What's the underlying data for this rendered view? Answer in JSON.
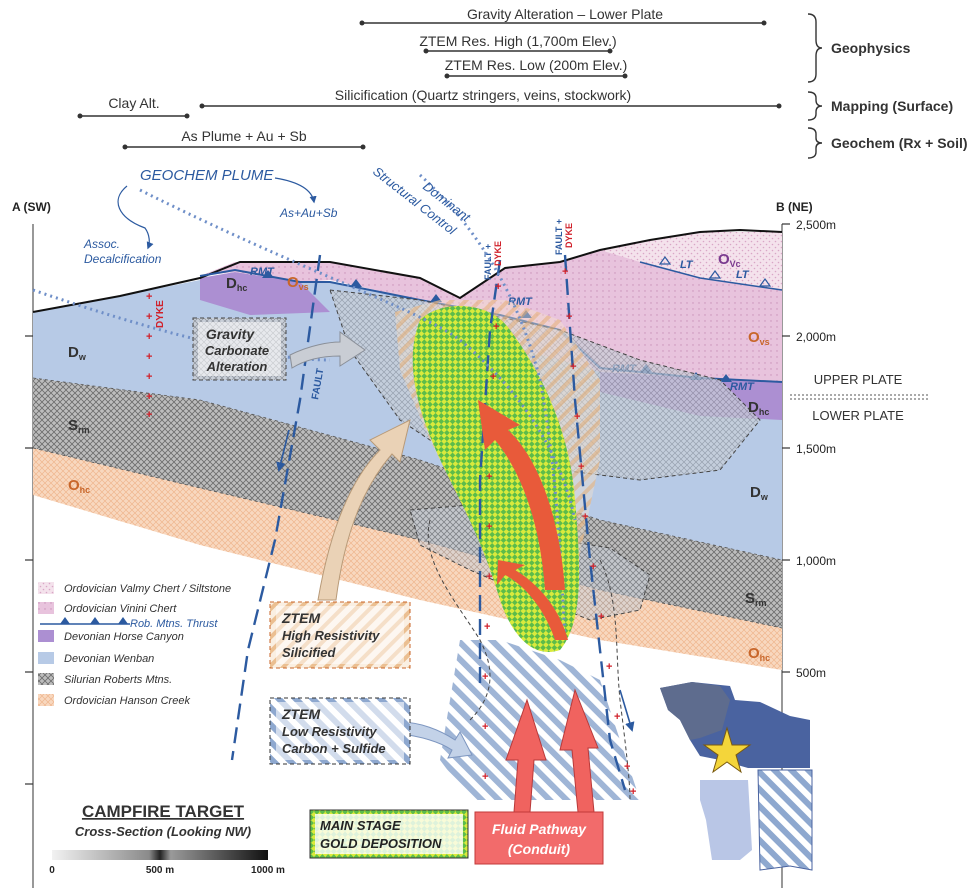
{
  "colors": {
    "valmy": "#f1d6e6",
    "vinini": "#e9bfdc",
    "horse_canyon": "#a98ad0",
    "wenban": "#b5c9e6",
    "roberts": "#9c9c9c",
    "hanson": "#f6cfb1",
    "thrust_line": "#2c5aa0",
    "dyke_cross": "#d0202a",
    "gold_yellow": "#d6e83a",
    "gold_green": "#54b84a",
    "fluid_red": "#f06a6a",
    "text_blue": "#2c5aa0",
    "text_dark": "#333333"
  },
  "header_bars": {
    "gravity_alteration": "Gravity Alteration – Lower Plate",
    "ztem_high": "ZTEM Res. High (1,700m Elev.)",
    "ztem_low": "ZTEM Res. Low (200m Elev.)",
    "clay_alt": "Clay Alt.",
    "silicification": "Silicification (Quartz stringers, veins, stockwork)",
    "as_plume": "As Plume + Au + Sb"
  },
  "header_groups": {
    "geophysics": "Geophysics",
    "mapping": "Mapping (Surface)",
    "geochem": "Geochem (Rx + Soil)"
  },
  "section": {
    "left_end": "A (SW)",
    "right_end": "B (NE)",
    "elevations": [
      "2,500m",
      "2,000m",
      "1,500m",
      "1,000m",
      "500m"
    ],
    "upper_plate": "UPPER PLATE",
    "lower_plate": "LOWER PLATE"
  },
  "annotations": {
    "geochem_plume": "GEOCHEM PLUME",
    "as_au_sb": "As+Au+Sb",
    "assoc_line1": "Assoc.",
    "assoc_line2": "Decalcification",
    "dominant": "Dominant",
    "structural_control": "Structural Control",
    "fault_dyke_1a": "FAULT +",
    "fault_dyke_1b": "DYKE",
    "fault_dyke_2a": "FAULT +",
    "fault_dyke_2b": "DYKE",
    "fault": "FAULT",
    "dyke": "DYKE"
  },
  "unit_labels": {
    "ovc": "O",
    "ovc_sub": "Vc",
    "ovs_main": "O",
    "ovs_sub": "vs",
    "ovs_top": "O",
    "ovs_top_sub": "vs",
    "dhc_left": "D",
    "dhc_left_sub": "hc",
    "dhc_right": "D",
    "dhc_right_sub": "hc",
    "dw_left": "D",
    "dw_left_sub": "w",
    "dw_right": "D",
    "dw_right_sub": "w",
    "srm_left": "S",
    "srm_left_sub": "rm",
    "srm_right": "S",
    "srm_right_sub": "rm",
    "ohc_left": "O",
    "ohc_left_sub": "hc",
    "ohc_right": "O",
    "ohc_right_sub": "hc",
    "rmt": "RMT",
    "lt": "LT"
  },
  "boxes": {
    "gravity_l1": "Gravity",
    "gravity_l2": "Carbonate",
    "gravity_l3": "Alteration",
    "ztem_high_l1": "ZTEM",
    "ztem_high_l2": "High Resistivity",
    "ztem_high_l3": "Silicified",
    "ztem_low_l1": "ZTEM",
    "ztem_low_l2": "Low Resistivity",
    "ztem_low_l3": "Carbon + Sulfide",
    "main_stage_l1": "MAIN STAGE",
    "main_stage_l2": "GOLD DEPOSITION",
    "fluid_l1": "Fluid Pathway",
    "fluid_l2": "(Conduit)"
  },
  "legend": [
    {
      "label": "Ordovician Valmy Chert / Siltstone",
      "swatch": "valmy"
    },
    {
      "label": "Ordovician Vinini Chert",
      "swatch": "vinini"
    },
    {
      "label": "Rob. Mtns. Thrust",
      "swatch": "thrust"
    },
    {
      "label": "Devonian Horse Canyon",
      "swatch": "horse_canyon"
    },
    {
      "label": "Devonian Wenban",
      "swatch": "wenban"
    },
    {
      "label": "Silurian Roberts Mtns.",
      "swatch": "roberts"
    },
    {
      "label": "Ordovician Hanson Creek",
      "swatch": "hanson"
    }
  ],
  "title": {
    "main": "CAMPFIRE TARGET",
    "sub": "Cross-Section (Looking NW)"
  },
  "scale": {
    "s0": "0",
    "s1": "500 m",
    "s2": "1000 m"
  }
}
